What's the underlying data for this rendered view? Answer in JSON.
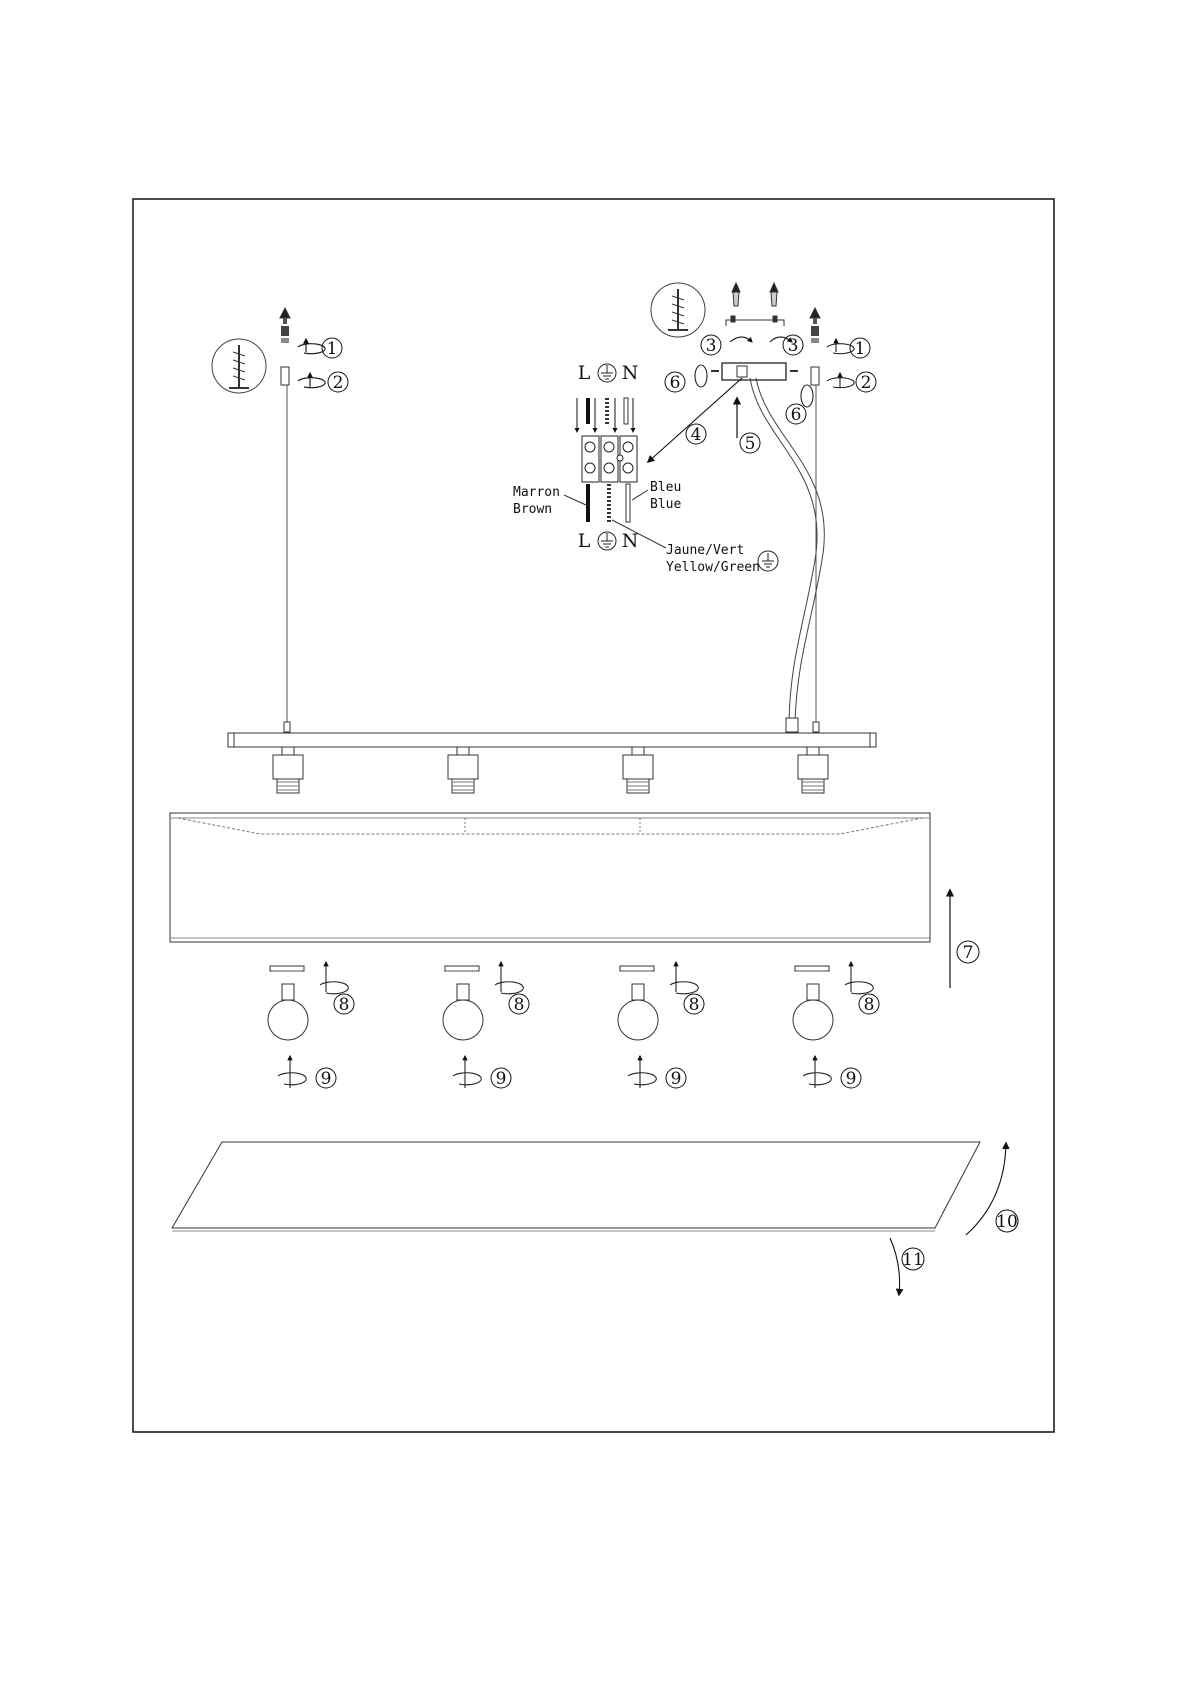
{
  "diagram": {
    "steps": [
      "1",
      "2",
      "3",
      "4",
      "5",
      "6",
      "7",
      "8",
      "9",
      "10",
      "11"
    ],
    "terminal": {
      "live": "L",
      "neutral": "N"
    },
    "wires": {
      "brown": [
        "Marron",
        "Brown"
      ],
      "blue": [
        "Bleu",
        "Blue"
      ],
      "earth": [
        "Jaune/Vert",
        "Yellow/Green"
      ]
    },
    "colors": {
      "line": "#111111",
      "background": "#ffffff"
    }
  }
}
